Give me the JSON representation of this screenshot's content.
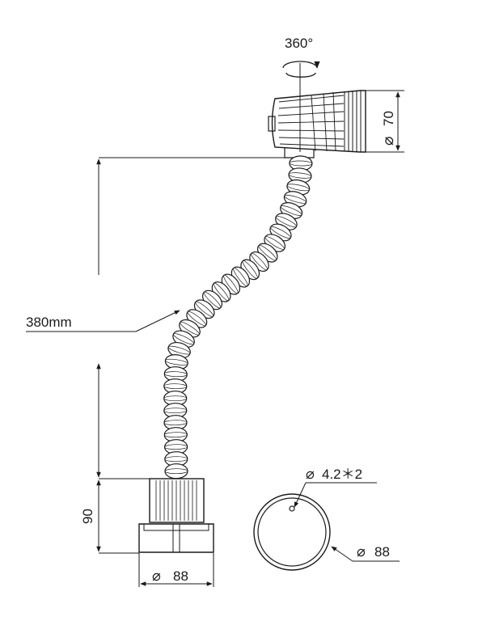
{
  "dimensions": {
    "rotation": "360°",
    "head_diameter": "70",
    "neck_length": "380mm",
    "base_height": "90",
    "base_diameter": "88",
    "hole_spec": "4.2＊2",
    "plate_diameter": "88"
  },
  "symbols": {
    "diameter": "⌀"
  },
  "colors": {
    "line": "#1a1a1a",
    "background": "#ffffff"
  }
}
